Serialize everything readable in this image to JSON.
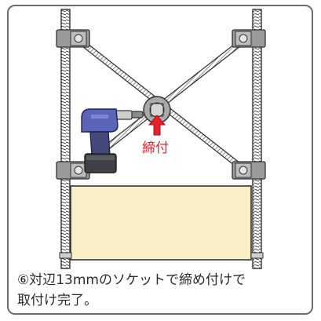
{
  "diagram": {
    "direction_label": "締付",
    "direction_color": "#e8202a",
    "panel_color": "#f8efc7",
    "icons": [
      "threaded-rod",
      "cross-brace",
      "clamp",
      "turnbuckle",
      "impact-driver",
      "arrow-up"
    ]
  },
  "caption": {
    "line1": "⑥対辺13mmのソケットで締め付けで",
    "line2": "取付け完了。"
  }
}
